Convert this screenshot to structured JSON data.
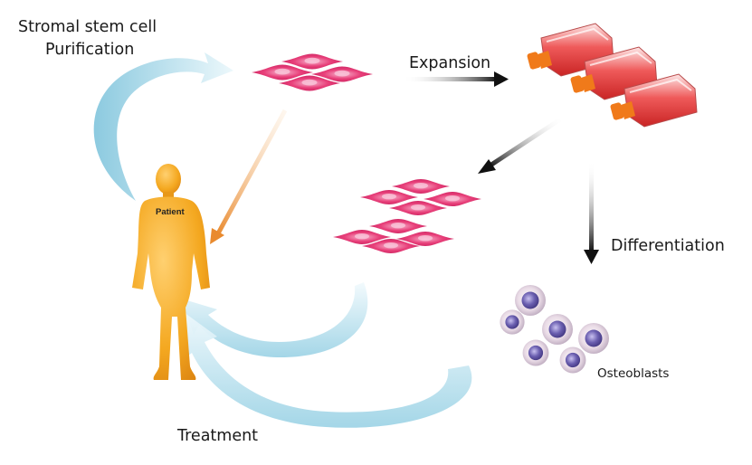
{
  "labels": {
    "purification_line1": "Stromal stem cell",
    "purification_line2": "Purification",
    "expansion": "Expansion",
    "differentiation": "Differentiation",
    "osteoblasts": "Osteoblasts",
    "treatment": "Treatment",
    "patient": "Patient"
  },
  "colors": {
    "cell_fill": "#e8407a",
    "cell_highlight": "#f6a0c0",
    "flask_red": "#e03a3a",
    "flask_cap": "#f07a1a",
    "body_fill": "#f4a820",
    "osteoblast_nucleus": "#6a5aa8",
    "osteoblast_cytoplasm": "#e8dce6",
    "curved_arrow": "#a9dcec",
    "orange_arrow": "#f0a050",
    "dark_arrow": "#1a1a1a"
  },
  "icons": [
    "stem-cell-cluster",
    "culture-flask",
    "patient-body",
    "osteoblast-cell"
  ]
}
